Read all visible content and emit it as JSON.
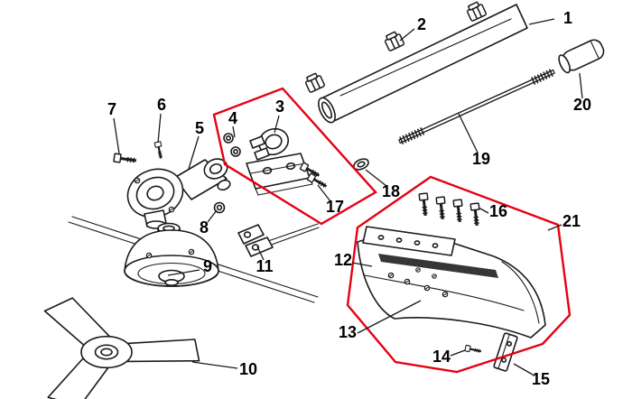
{
  "diagram": {
    "background": "#ffffff",
    "colors": {
      "line": "#1a1a1a",
      "highlight": "#e60012"
    },
    "part_labels": [
      "1",
      "2",
      "3",
      "4",
      "5",
      "6",
      "7",
      "8",
      "9",
      "10",
      "11",
      "12",
      "13",
      "14",
      "15",
      "16",
      "17",
      "18",
      "19",
      "20",
      "21"
    ]
  }
}
